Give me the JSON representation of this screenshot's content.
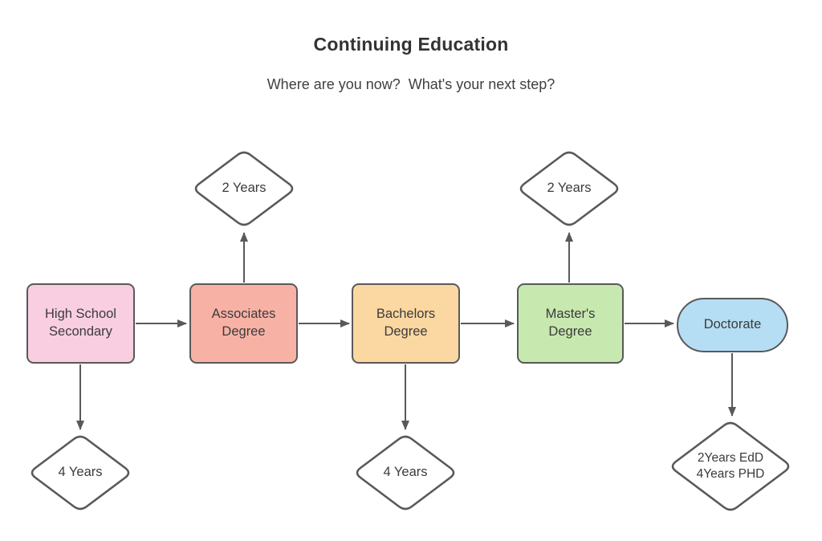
{
  "title": "Continuing Education",
  "subtitle": "Where are you now?  What's your next step?",
  "nodes": {
    "high_school": {
      "label": "High School\nSecondary",
      "fill": "#f8cee0"
    },
    "associates": {
      "label": "Associates\nDegree",
      "fill": "#f8b2a5"
    },
    "bachelors": {
      "label": "Bachelors\nDegree",
      "fill": "#fbd7a2"
    },
    "masters": {
      "label": "Master's\nDegree",
      "fill": "#c7e8af"
    },
    "doctorate": {
      "label": "Doctorate",
      "fill": "#b5def5"
    }
  },
  "decisions": {
    "associates_time": {
      "label": "2 Years"
    },
    "masters_time": {
      "label": "2 Years"
    },
    "high_school_time": {
      "label": "4 Years"
    },
    "bachelors_time": {
      "label": "4 Years"
    },
    "doctorate_time": {
      "label": "2Years EdD\n4Years PHD"
    }
  },
  "edges": [
    {
      "from": "high_school",
      "to": "associates",
      "direction": "right"
    },
    {
      "from": "associates",
      "to": "bachelors",
      "direction": "right"
    },
    {
      "from": "bachelors",
      "to": "masters",
      "direction": "right"
    },
    {
      "from": "masters",
      "to": "doctorate",
      "direction": "right"
    },
    {
      "from": "associates",
      "to": "associates_time",
      "direction": "up"
    },
    {
      "from": "masters",
      "to": "masters_time",
      "direction": "up"
    },
    {
      "from": "high_school",
      "to": "high_school_time",
      "direction": "down"
    },
    {
      "from": "bachelors",
      "to": "bachelors_time",
      "direction": "down"
    },
    {
      "from": "doctorate",
      "to": "doctorate_time",
      "direction": "down"
    }
  ],
  "style": {
    "stroke_color": "#595959",
    "text_color": "#3b3b3b",
    "diamond_fill": "#ffffff",
    "background": "#ffffff"
  }
}
